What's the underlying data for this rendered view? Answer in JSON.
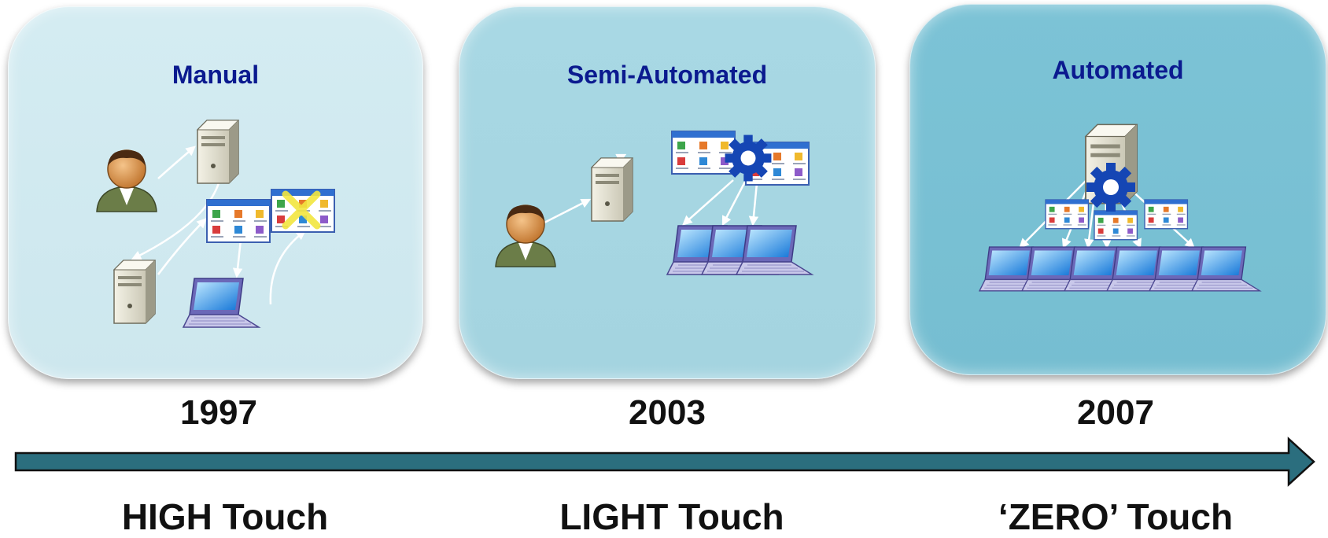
{
  "stages": [
    {
      "title": "Manual",
      "year": "1997",
      "touch": "HIGH Touch"
    },
    {
      "title": "Semi-Automated",
      "year": "2003",
      "touch": "LIGHT Touch"
    },
    {
      "title": "Automated",
      "year": "2007",
      "touch": "‘ZERO’ Touch"
    }
  ],
  "colors": {
    "title_text": "#0b1a8f",
    "arrow_fill": "#2b6e7e",
    "panel_1": "#cde7ee",
    "panel_2": "#a4d4e0",
    "panel_3": "#76bed1"
  },
  "icons": [
    "user-icon",
    "server-icon",
    "software-window-icon",
    "laptop-icon",
    "gear-icon",
    "cross-mark-icon"
  ]
}
